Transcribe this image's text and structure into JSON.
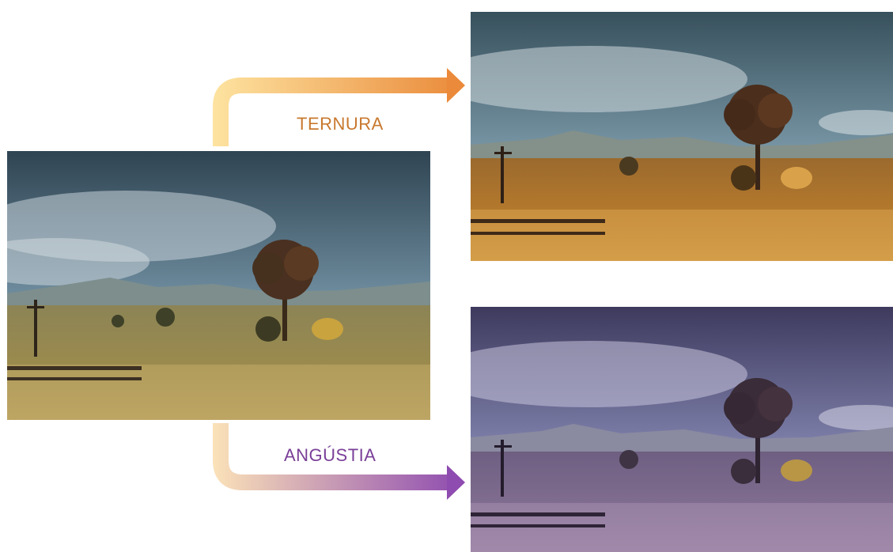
{
  "labels": {
    "ternura": "TERNURA",
    "angustia": "ANGÚSTIA"
  },
  "colors": {
    "ternura_text": "#c8782e",
    "angustia_text": "#7a3f98",
    "ternura_arrow_start": "#fde3a0",
    "ternura_arrow_end": "#ea8a3a",
    "angustia_arrow_start": "#fbe2b8",
    "angustia_arrow_end": "#8e4bb0"
  },
  "panels": {
    "original": {
      "description_key": "landscape-original"
    },
    "ternura": {
      "description_key": "landscape-warm-tint"
    },
    "angustia": {
      "description_key": "landscape-purple-tint"
    }
  }
}
